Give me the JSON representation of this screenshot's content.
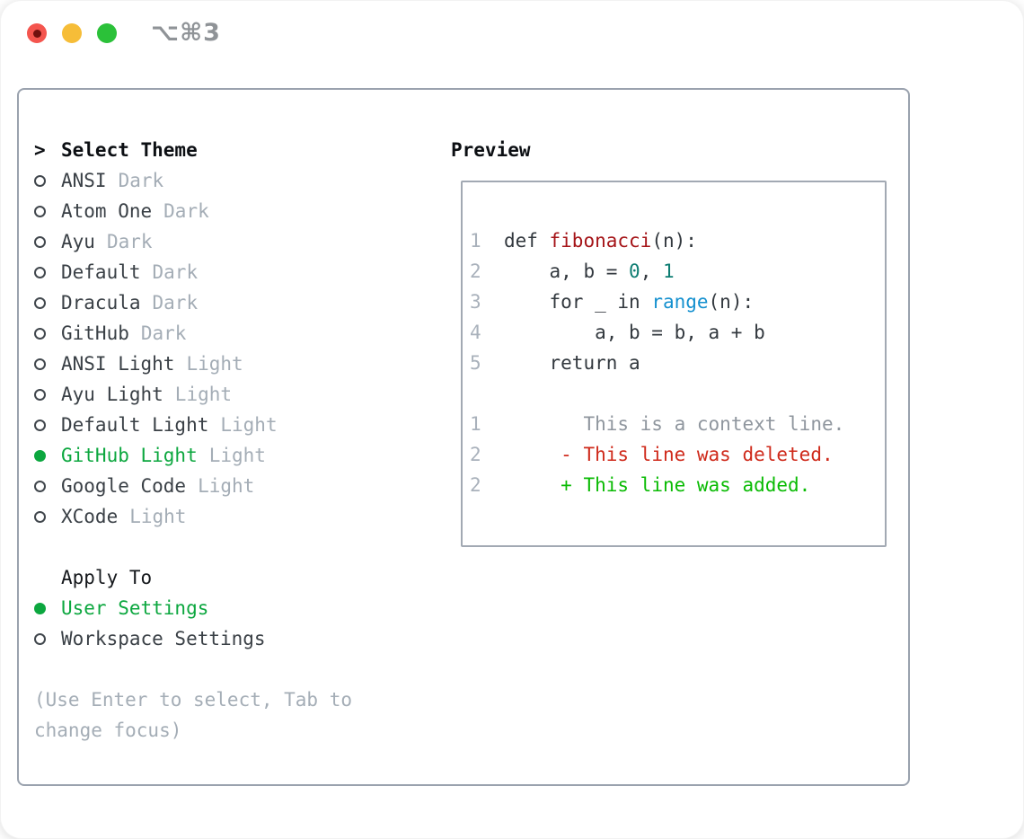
{
  "titlebar": {
    "title": "⌥⌘3",
    "buttons": [
      "close",
      "minimize",
      "zoom"
    ]
  },
  "theme_panel": {
    "prompt": ">",
    "title": "Select Theme",
    "themes": [
      {
        "name": "ANSI",
        "variant": "Dark",
        "selected": false
      },
      {
        "name": "Atom One",
        "variant": "Dark",
        "selected": false
      },
      {
        "name": "Ayu",
        "variant": "Dark",
        "selected": false
      },
      {
        "name": "Default",
        "variant": "Dark",
        "selected": false
      },
      {
        "name": "Dracula",
        "variant": "Dark",
        "selected": false
      },
      {
        "name": "GitHub",
        "variant": "Dark",
        "selected": false
      },
      {
        "name": "ANSI Light",
        "variant": "Light",
        "selected": false
      },
      {
        "name": "Ayu Light",
        "variant": "Light",
        "selected": false
      },
      {
        "name": "Default Light",
        "variant": "Light",
        "selected": false
      },
      {
        "name": "GitHub Light",
        "variant": "Light",
        "selected": true
      },
      {
        "name": "Google Code",
        "variant": "Light",
        "selected": false
      },
      {
        "name": "XCode",
        "variant": "Light",
        "selected": false
      }
    ],
    "apply_to": {
      "label": "Apply To",
      "options": [
        {
          "label": "User Settings",
          "selected": true
        },
        {
          "label": "Workspace Settings",
          "selected": false
        }
      ]
    },
    "hint": "(Use Enter to select, Tab to change focus)"
  },
  "preview": {
    "label": "Preview",
    "lines": [
      {
        "segments": [
          [
            "ln",
            "1"
          ],
          [
            "plain",
            "  def "
          ],
          [
            "func",
            "fibonacci"
          ],
          [
            "plain",
            "(n):"
          ]
        ]
      },
      {
        "segments": [
          [
            "ln",
            "2"
          ],
          [
            "plain",
            "      a, b = "
          ],
          [
            "lit",
            "0"
          ],
          [
            "plain",
            ", "
          ],
          [
            "lit",
            "1"
          ]
        ]
      },
      {
        "segments": [
          [
            "ln",
            "3"
          ],
          [
            "plain",
            "      for _ in "
          ],
          [
            "builtin",
            "range"
          ],
          [
            "plain",
            "(n):"
          ]
        ]
      },
      {
        "segments": [
          [
            "ln",
            "4"
          ],
          [
            "plain",
            "          a, b = b, a + b"
          ]
        ]
      },
      {
        "segments": [
          [
            "ln",
            "5"
          ],
          [
            "plain",
            "      return a"
          ]
        ]
      },
      {
        "segments": []
      },
      {
        "segments": [
          [
            "ln",
            "1"
          ],
          [
            "plain",
            "         "
          ],
          [
            "context",
            "This is a context line."
          ]
        ]
      },
      {
        "segments": [
          [
            "ln",
            "2"
          ],
          [
            "plain",
            "       "
          ],
          [
            "del",
            "- This line was deleted."
          ]
        ]
      },
      {
        "segments": [
          [
            "ln",
            "2"
          ],
          [
            "plain",
            "       "
          ],
          [
            "add",
            "+ This line was added."
          ]
        ]
      }
    ]
  },
  "colors": {
    "accent_green": "#0ca73f",
    "added_green": "#0abb04",
    "deleted_red": "#cf2a1b",
    "context_gray": "#8f969e",
    "function_red": "#a51418",
    "number_teal": "#0d7d72",
    "builtin_blue": "#1490cf",
    "muted_gray": "#a4adb6",
    "code_text": "#32383e",
    "line_number_gray": "#a9b1bb",
    "panel_border": "#9aa2ae",
    "traffic_red": "#f4554e",
    "traffic_yellow": "#f6bd38",
    "traffic_green": "#2bc139"
  }
}
